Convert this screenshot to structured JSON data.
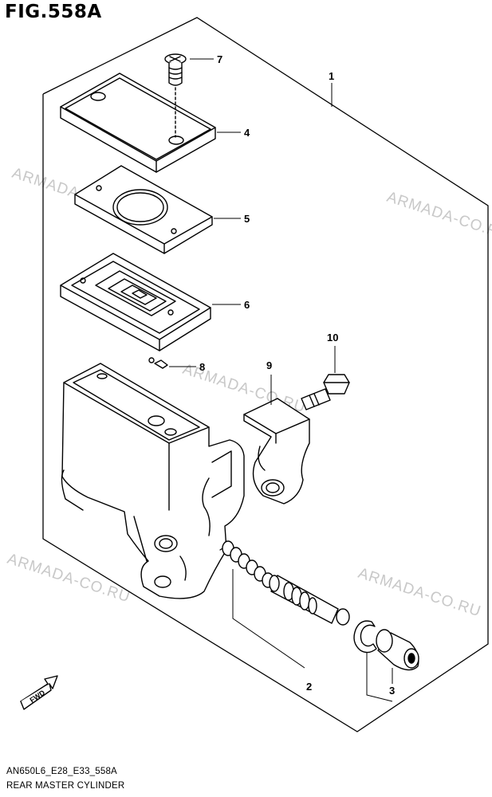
{
  "figure": {
    "title": "FIG.558A",
    "model_code": "AN650L6_E28_E33_558A",
    "caption": "REAR MASTER CYLINDER"
  },
  "watermarks": [
    "ARMADA-CO.RU",
    "ARMADA-CO.RU",
    "ARMADA-CO.RU",
    "ARMADA-CO.RU",
    "ARMADA-CO.RU"
  ],
  "callouts": {
    "c1": "1",
    "c2": "2",
    "c3": "3",
    "c4": "4",
    "c5": "5",
    "c6": "6",
    "c7": "7",
    "c8": "8",
    "c9": "9",
    "c10": "10"
  },
  "fwd_label": "FWD"
}
